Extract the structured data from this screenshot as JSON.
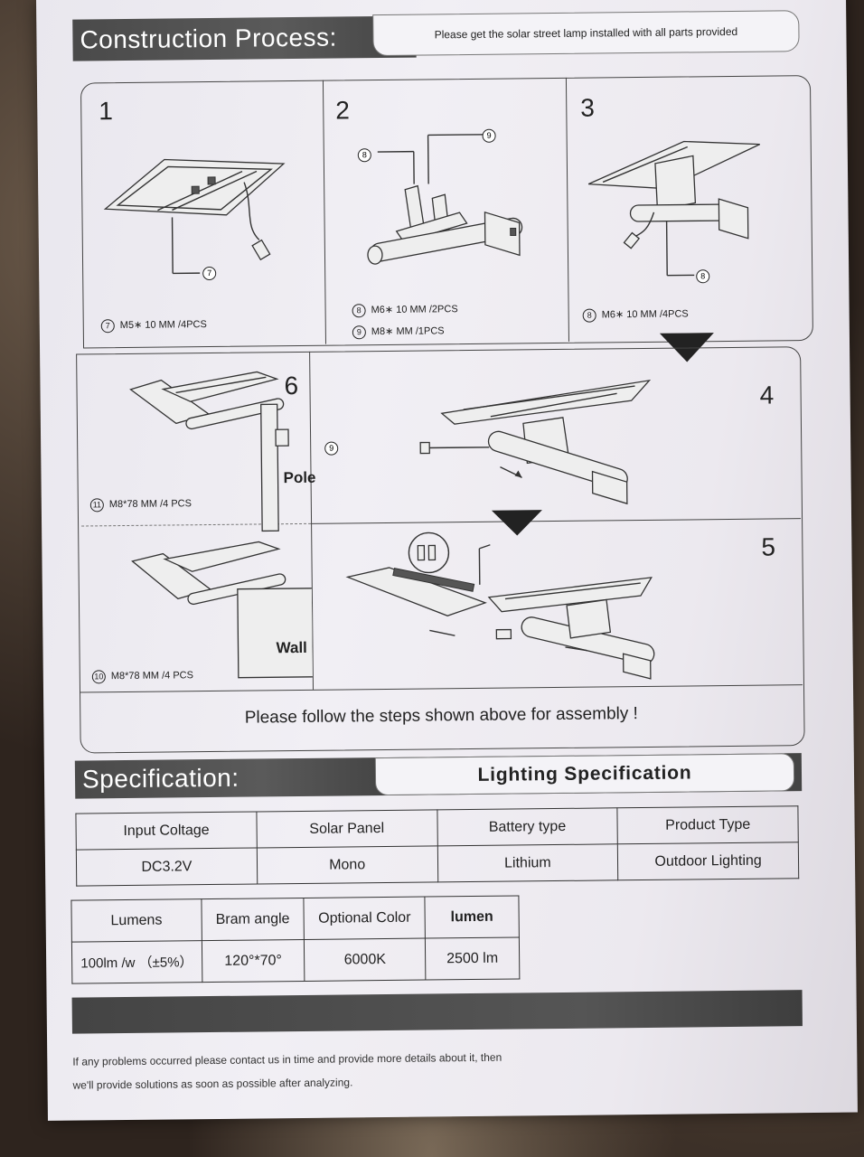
{
  "construction": {
    "title": "Construction Process:",
    "subtitle": "Please get the solar street lamp installed with all parts provided"
  },
  "steps": [
    {
      "num": "1",
      "part_circle": "7",
      "note": "M5∗ 10 MM /4PCS"
    },
    {
      "num": "2",
      "parts": [
        {
          "circle": "8",
          "note": "M6∗ 10 MM /2PCS"
        },
        {
          "circle": "9",
          "note": "M8∗ MM /1PCS"
        }
      ]
    },
    {
      "num": "3",
      "part_circle": "8",
      "note": "M6∗ 10 MM /4PCS"
    },
    {
      "num": "4"
    },
    {
      "num": "5"
    },
    {
      "num": "6",
      "part_circle": "9",
      "pole_label": "Pole",
      "pole_circle": "11",
      "pole_note": "M8*78 MM /4 PCS",
      "wall_label": "Wall",
      "wall_circle": "10",
      "wall_note": "M8*78 MM /4 PCS"
    }
  ],
  "assembly_note": "Please follow the steps shown above for assembly !",
  "specification": {
    "title": "Specification:",
    "subtitle": "Lighting Specification"
  },
  "table1": {
    "headers": [
      "Input Coltage",
      "Solar Panel",
      "Battery type",
      "Product Type"
    ],
    "values": [
      "DC3.2V",
      "Mono",
      "Lithium",
      "Outdoor Lighting"
    ]
  },
  "table2": {
    "headers": [
      "Lumens",
      "Bram angle",
      "Optional Color",
      "lumen"
    ],
    "values": [
      "100lm /w （±5%）",
      "120°*70°",
      "6000K",
      "2500 lm"
    ]
  },
  "footer": {
    "line1": "If any problems occurred please contact us in time and provide more details about it, then",
    "line2": "we'll provide solutions as soon as possible after analyzing."
  }
}
